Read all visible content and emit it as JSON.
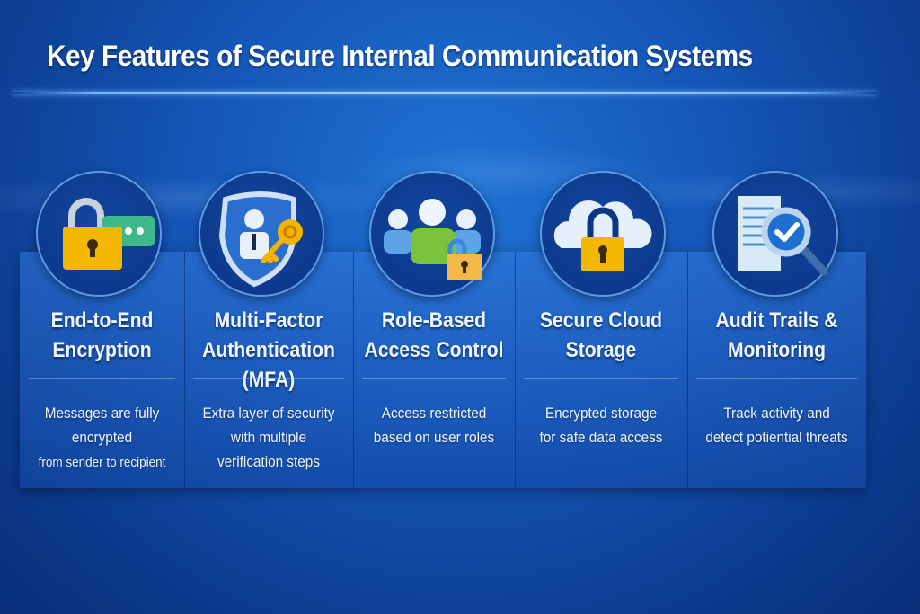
{
  "title": "Key Features of Secure Internal Communication Systems",
  "features": [
    {
      "icon": "padlock-chat-icon",
      "title_lines": [
        "End-to-End",
        "Encryption"
      ],
      "desc_lines": [
        "Messages are fully",
        "encrypted",
        "from sender to recipient"
      ]
    },
    {
      "icon": "shield-user-key-icon",
      "title_lines": [
        "Multi-Factor",
        "Authentication",
        "(MFA)"
      ],
      "desc_lines": [
        "Extra layer of security",
        "with multiple",
        "verification steps"
      ]
    },
    {
      "icon": "users-lock-icon",
      "title_lines": [
        "Role-Based",
        "Access Control"
      ],
      "desc_lines": [
        "Access restricted",
        "based on user roles"
      ]
    },
    {
      "icon": "cloud-lock-icon",
      "title_lines": [
        "Secure Cloud",
        "Storage"
      ],
      "desc_lines": [
        "Encrypted storage",
        "for safe data access"
      ]
    },
    {
      "icon": "document-magnifier-check-icon",
      "title_lines": [
        "Audit Trails &",
        "Monitoring"
      ],
      "desc_lines": [
        "Track activity and",
        "detect potiential threats"
      ]
    }
  ],
  "colors": {
    "background": "#1557b8",
    "circle": "#0b3585",
    "lock_gold": "#f5b800",
    "chat_green": "#3cb88a",
    "user_green": "#7cc23a"
  }
}
